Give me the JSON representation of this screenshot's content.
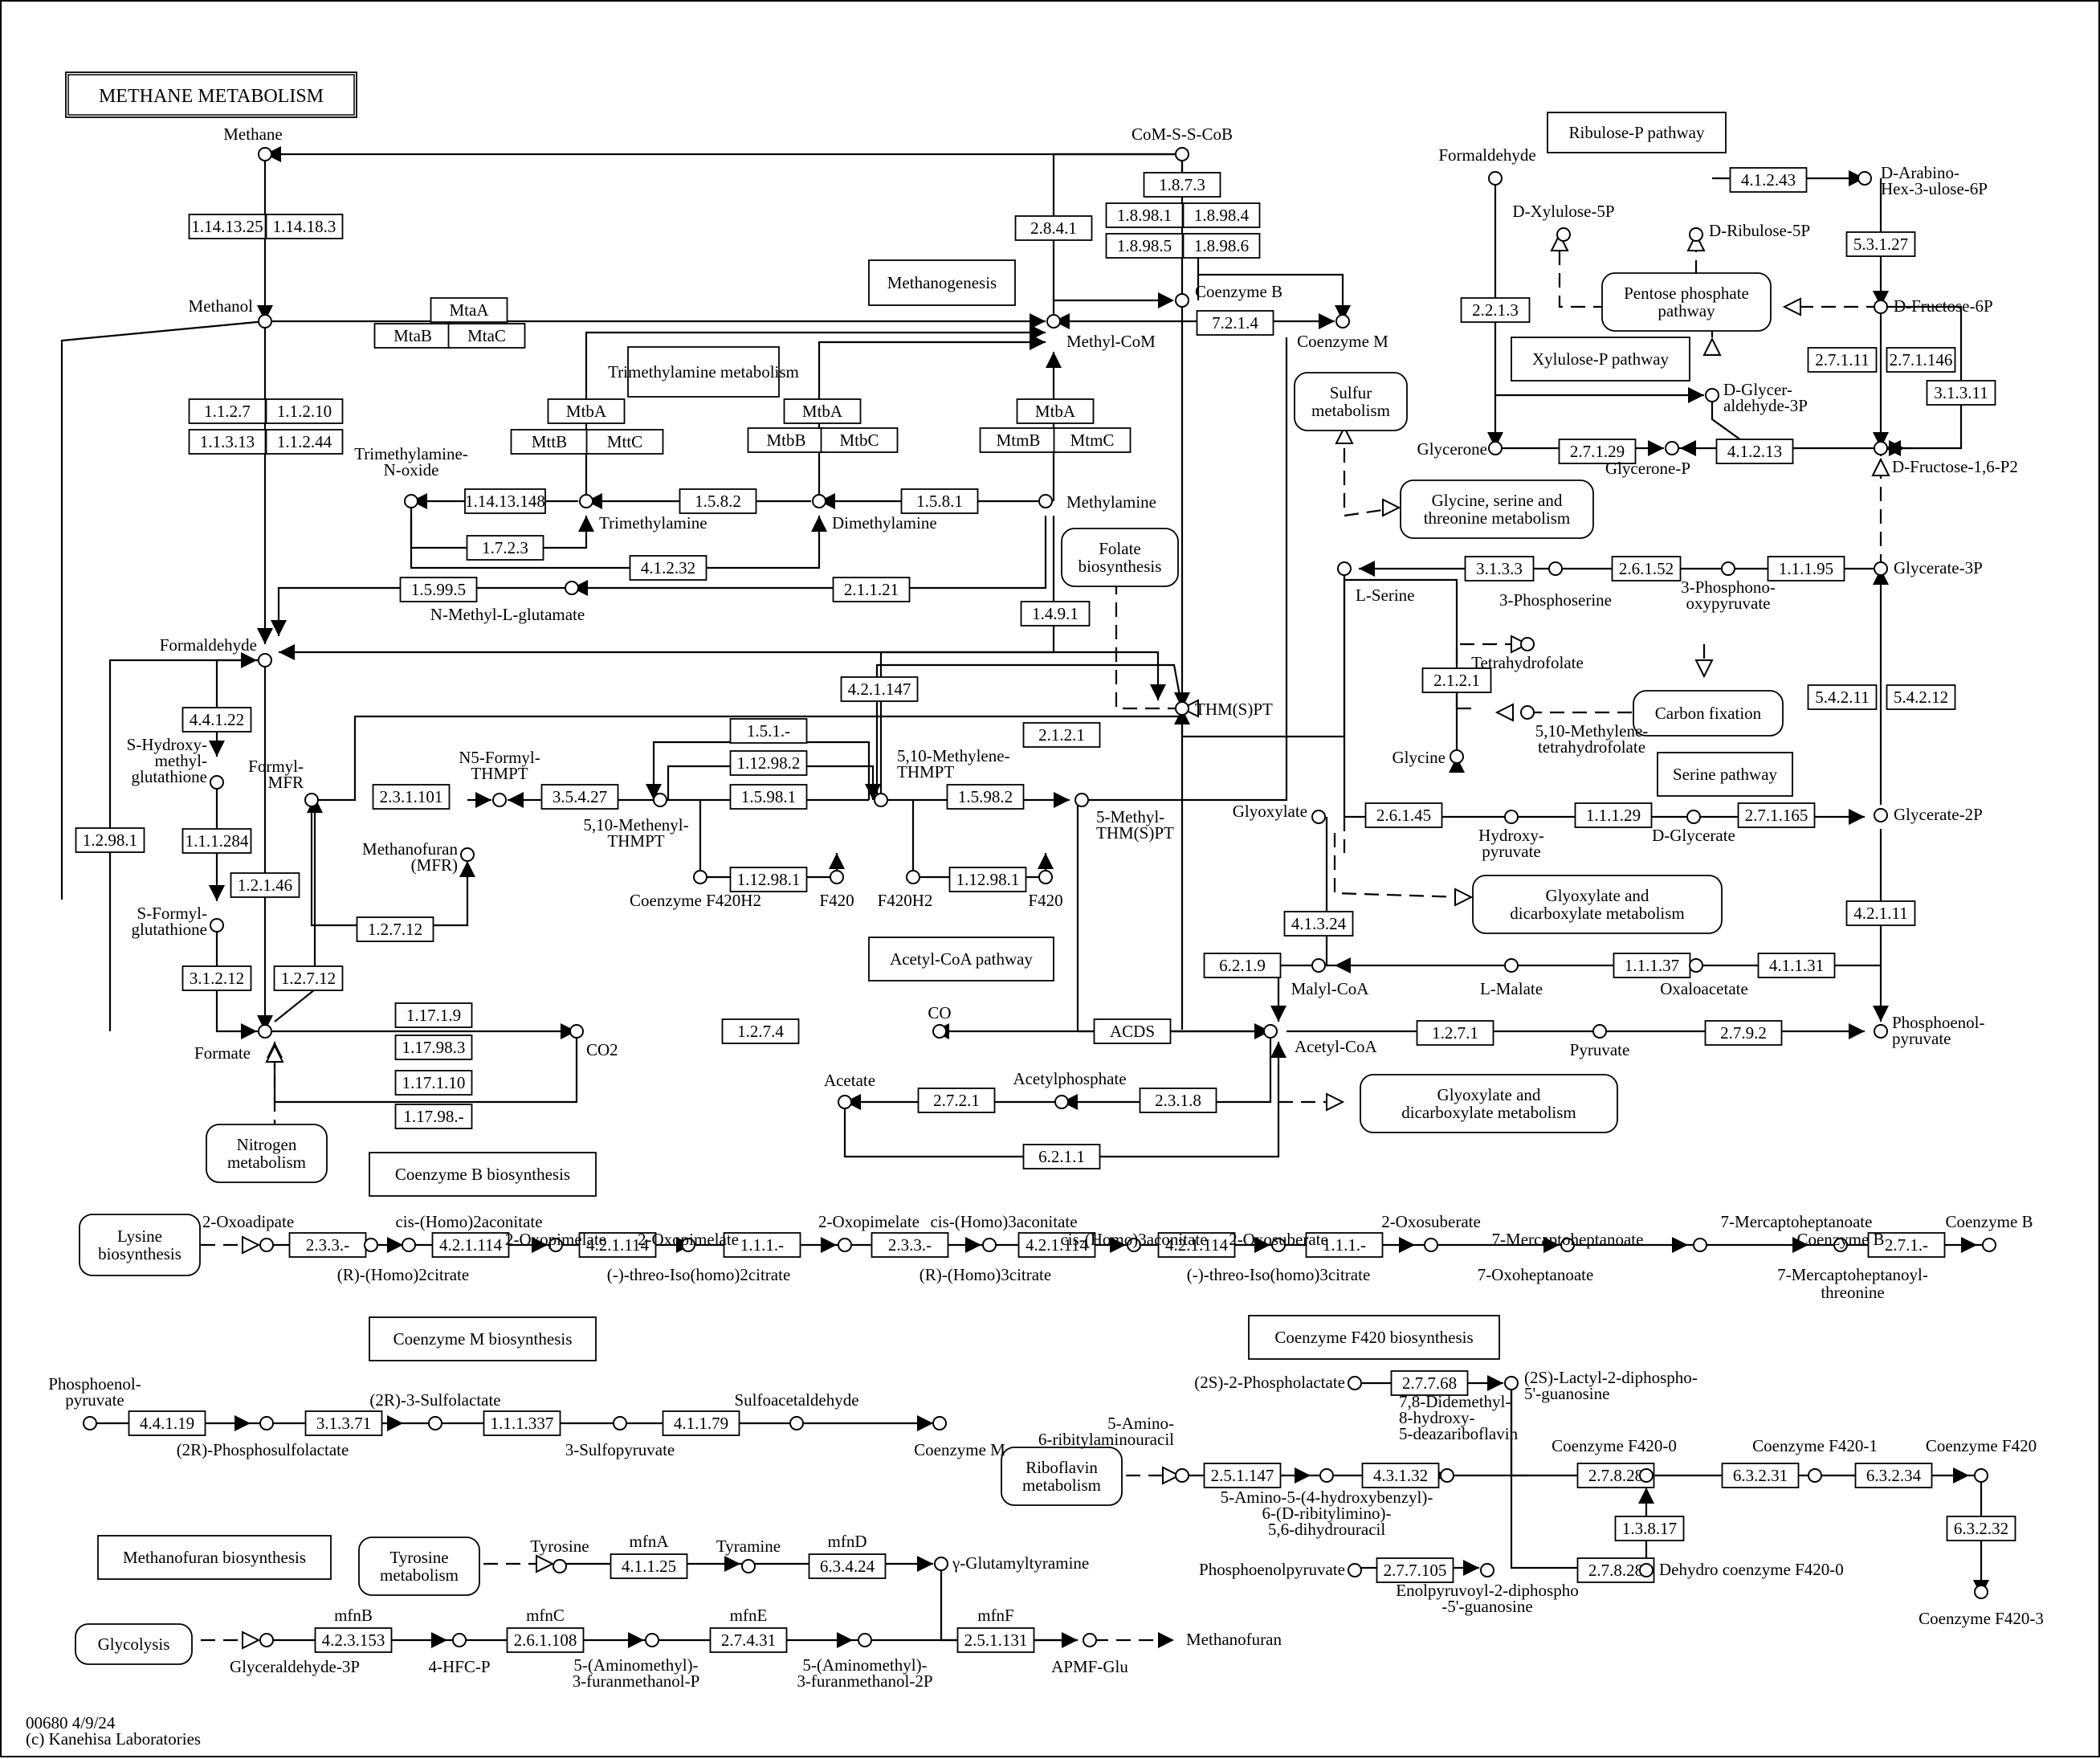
{
  "title": "METHANE METABOLISM",
  "footer": {
    "id": "00680 4/9/24",
    "copyright": "(c) Kanehisa Laboratories"
  },
  "labels": {
    "ribulose_p": "Ribulose-P pathway",
    "methanogenesis": "Methanogenesis",
    "trimethylamine": "Trimethylamine metabolism",
    "xylulose_p": "Xylulose-P pathway",
    "serine_pathway": "Serine pathway",
    "acetyl_coa": "Acetyl-CoA pathway",
    "coenzyme_b_bio": "Coenzyme B biosynthesis",
    "coenzyme_m_bio": "Coenzyme M biosynthesis",
    "coenzyme_f420_bio": "Coenzyme F420 biosynthesis",
    "methanofuran_bio": "Methanofuran biosynthesis"
  },
  "maps": {
    "pentose": "Pentose phosphate pathway",
    "sulfur": "Sulfur metabolism",
    "glycine": "Glycine, serine and threonine metabolism",
    "folate": "Folate biosynthesis",
    "carbon": "Carbon fixation",
    "glyoxylate1": "Glyoxylate and dicarboxylate metabolism",
    "glyoxylate2": "Glyoxylate and dicarboxylate metabolism",
    "nitrogen": "Nitrogen metabolism",
    "lysine": "Lysine biosynthesis",
    "riboflavin": "Riboflavin metabolism",
    "tyrosine": "Tyrosine metabolism",
    "glycolysis": "Glycolysis"
  },
  "enzymes": {
    "e1": "1.14.13.25",
    "e2": "1.14.18.3",
    "e3": "MtaA",
    "e4": "MtaB",
    "e5": "MtaC",
    "e6": "1.1.2.7",
    "e7": "1.1.2.10",
    "e8": "1.1.3.13",
    "e9": "1.1.2.44",
    "e10": "2.8.4.1",
    "e11": "1.8.7.3",
    "e12": "1.8.98.1",
    "e13": "1.8.98.4",
    "e14": "1.8.98.5",
    "e15": "1.8.98.6",
    "e16": "7.2.1.4",
    "e17": "MtbA",
    "e18": "MttB",
    "e19": "MttC",
    "e20": "MtbA",
    "e21": "MtbB",
    "e22": "MtbC",
    "e23": "MtbA",
    "e24": "MtmB",
    "e25": "MtmC",
    "e26": "1.14.13.148",
    "e27": "1.5.8.2",
    "e28": "1.5.8.1",
    "e29": "1.7.2.3",
    "e30": "4.1.2.32",
    "e31": "1.5.99.5",
    "e32": "2.1.1.21",
    "e33": "1.4.9.1",
    "e34": "4.4.1.22",
    "e35": "1.1.1.284",
    "e36": "1.2.98.1",
    "e37": "1.2.1.46",
    "e38": "3.1.2.12",
    "e39": "1.2.7.12",
    "e40": "1.2.7.12",
    "e41": "2.3.1.101",
    "e42": "3.5.4.27",
    "e43": "1.5.1.-",
    "e44": "1.12.98.2",
    "e45": "1.5.98.1",
    "e46": "1.12.98.1",
    "e47": "4.2.1.147",
    "e48": "2.1.2.1",
    "e49": "1.5.98.2",
    "e50": "1.12.98.1",
    "e51": "1.17.1.9",
    "e52": "1.17.98.3",
    "e53": "1.17.1.10",
    "e54": "1.17.98.-",
    "e55": "1.2.7.4",
    "e56": "ACDS",
    "e57": "2.7.2.1",
    "e58": "2.3.1.8",
    "e59": "6.2.1.1",
    "e60": "4.1.2.43",
    "e61": "5.3.1.27",
    "e62": "2.2.1.3",
    "e63": "2.7.1.11",
    "e64": "2.7.1.146",
    "e65": "3.1.3.11",
    "e66": "2.7.1.29",
    "e67": "4.1.2.13",
    "e68": "3.1.3.3",
    "e69": "2.6.1.52",
    "e70": "1.1.1.95",
    "e71": "2.1.2.1",
    "e72": "5.4.2.11",
    "e73": "5.4.2.12",
    "e74": "2.6.1.45",
    "e75": "1.1.1.29",
    "e76": "2.7.1.165",
    "e77": "4.1.3.24",
    "e78": "6.2.1.9",
    "e79": "1.1.1.37",
    "e80": "4.1.1.31",
    "e81": "4.2.1.11",
    "e82": "1.2.7.1",
    "e83": "2.7.9.2",
    "e84": "2.3.3.-",
    "e85": "4.2.1.114",
    "e86": "4.2.1.114",
    "e87": "1.1.1.-",
    "e88": "2.3.3.-",
    "e89": "4.2.1.114",
    "e90": "4.2.1.114",
    "e91": "1.1.1.-",
    "e92": "2.7.1.-",
    "e93": "4.4.1.19",
    "e94": "3.1.3.71",
    "e95": "1.1.1.337",
    "e96": "4.1.1.79",
    "e97": "2.7.7.68",
    "e98": "2.5.1.147",
    "e99": "4.3.1.32",
    "e100": "2.7.8.28",
    "e101": "6.3.2.31",
    "e102": "6.3.2.34",
    "e103": "1.3.8.17",
    "e104": "6.3.2.32",
    "e105": "2.7.7.105",
    "e106": "2.7.8.28",
    "e107": "4.1.1.25",
    "e108": "6.3.4.24",
    "e109": "4.2.3.153",
    "e110": "2.6.1.108",
    "e111": "2.7.4.31",
    "e112": "2.5.1.131"
  },
  "gene_labels": {
    "g1": "mfnA",
    "g2": "mfnD",
    "g3": "mfnB",
    "g4": "mfnC",
    "g5": "mfnE",
    "g6": "mfnF"
  },
  "compounds": {
    "c1": "Methane",
    "c2": "Methanol",
    "c3": "CoM-S-S-CoB",
    "c4": "Coenzyme B",
    "c5": "Methyl-CoM",
    "c6": "Coenzyme M",
    "c7a": "Trimethylamine-",
    "c7b": "N-oxide",
    "c8": "Trimethylamine",
    "c9": "Dimethylamine",
    "c10": "Methylamine",
    "c11": "N-Methyl-L-glutamate",
    "c12": "Formaldehyde",
    "c13a": "S-Hydroxy-",
    "c13b": "methyl-",
    "c13c": "glutathione",
    "c14a": "S-Formyl-",
    "c14b": "glutathione",
    "c15": "Formate",
    "c16a": "Formyl-",
    "c16b": "MFR",
    "c17a": "N5-Formyl-",
    "c17b": "THMPT",
    "c18a": "5,10-Methenyl-",
    "c18b": "THMPT",
    "c19a": "5,10-Methylene-",
    "c19b": "THMPT",
    "c20a": "5-Methyl-",
    "c20b": "THM(S)PT",
    "c21": "THM(S)PT",
    "c22a": "Methanofuran",
    "c22b": "(MFR)",
    "c23": "Coenzyme F420H2",
    "c24": "F420",
    "c25": "F420H2",
    "c26": "F420",
    "c27": "CO2",
    "c28": "CO",
    "c29": "Acetyl-CoA",
    "c30": "Acetate",
    "c31": "Acetylphosphate",
    "c32": "Formaldehyde",
    "c33": "D-Xylulose-5P",
    "c34": "D-Ribulose-5P",
    "c35a": "D-Arabino-",
    "c35b": "Hex-3-ulose-6P",
    "c36": "D-Fructose-6P",
    "c37a": "D-Glycer-",
    "c37b": "aldehyde-3P",
    "c38": "Glycerone",
    "c39": "Glycerone-P",
    "c40": "D-Fructose-1,6-P2",
    "c41": "L-Serine",
    "c42": "3-Phosphoserine",
    "c43a": "3-Phosphono-",
    "c43b": "oxypyruvate",
    "c44": "Glycerate-3P",
    "c45": "Tetrahydrofolate",
    "c46a": "5,10-Methylene-",
    "c46b": "tetrahydrofolate",
    "c47": "Glycine",
    "c48": "Glyoxylate",
    "c49a": "Hydroxy-",
    "c49b": "pyruvate",
    "c50": "D-Glycerate",
    "c51": "Glycerate-2P",
    "c52": "Malyl-CoA",
    "c53": "L-Malate",
    "c54": "Oxaloacetate",
    "c55a": "Phosphoenol-",
    "c55b": "pyruvate",
    "c56": "Pyruvate",
    "c57": "2-Oxoadipate",
    "c58": "cis-(Homo)2aconitate",
    "c59": "2-Oxopimelate",
    "c60": "cis-(Homo)3aconitate",
    "c61": "2-Oxosuberate",
    "c62": "7-Mercaptoheptanoate",
    "c63": "Coenzyme B",
    "c64": "(R)-(Homo)2citrate",
    "c65": "(-)-threo-Iso(homo)2citrate",
    "c66": "(R)-(Homo)3citrate",
    "c67": "(-)-threo-Iso(homo)3citrate",
    "c68": "7-Oxoheptanoate",
    "c69a": "7-Mercaptoheptanoyl-",
    "c69b": "threonine",
    "c70a": "Phosphoenol-",
    "c70b": "pyruvate",
    "c71": "(2R)-3-Sulfolactate",
    "c72": "Sulfoacetaldehyde",
    "c73": "(2R)-Phosphosulfolactate",
    "c74": "3-Sulfopyruvate",
    "c75": "Coenzyme M",
    "c76": "(2S)-2-Phospholactate",
    "c77a": "(2S)-Lactyl-2-diphospho-",
    "c77b": "5'-guanosine",
    "c78a": "5-Amino-",
    "c78b": "6-ribitylaminouracil",
    "c79a": "7,8-Didemethyl-",
    "c79b": "8-hydroxy-",
    "c79c": "5-deazariboflavin",
    "c80": "Coenzyme F420-0",
    "c81": "Coenzyme F420-1",
    "c82": "Coenzyme F420",
    "c83a": "5-Amino-5-(4-hydroxybenzyl)-",
    "c83b": "6-(D-ribitylimino)-",
    "c83c": "5,6-dihydrouracil",
    "c84": "Phosphoenolpyruvate",
    "c85": "Dehydro coenzyme F420-0",
    "c86a": "Enolpyruvoyl-2-diphospho",
    "c86b": "-5'-guanosine",
    "c87": "Coenzyme F420-3",
    "c88": "Tyrosine",
    "c89": "Tyramine",
    "c90": "γ-Glutamyltyramine",
    "c91": "Glyceraldehyde-3P",
    "c92": "4-HFC-P",
    "c93a": "5-(Aminomethyl)-",
    "c93b": "3-furanmethanol-P",
    "c94a": "5-(Aminomethyl)-",
    "c94b": "3-furanmethanol-2P",
    "c95": "APMF-Glu",
    "c96": "Methanofuran"
  }
}
